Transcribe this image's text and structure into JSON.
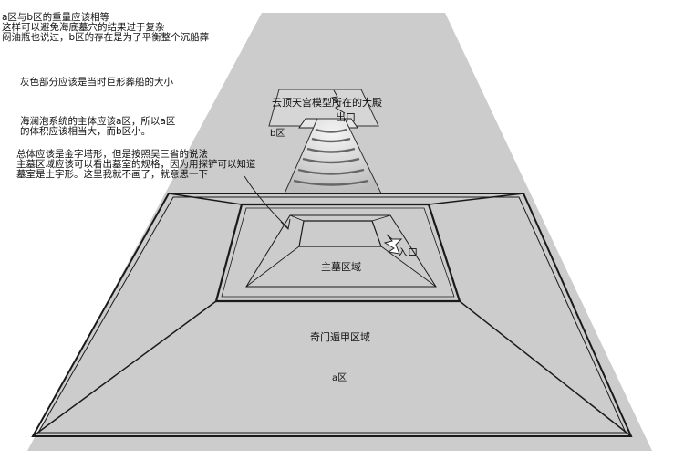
{
  "notes": {
    "top": "a区与b区的重量应该相等\n这样可以避免海底墓穴的结果过于复杂\n闷油瓶也说过，b区的存在是为了平衡整个沉船葬",
    "gray": "灰色部分应该是当时巨形葬船的大小",
    "system": "海澜泡系统的主体应该a区，所以a区\n的体积应该相当大，而b区小。",
    "shape": "总体应该是金字塔形，但是按照吴三省的说法\n主墓区域应该可以看出墓室的规格，因为用探铲可以知道\n墓室是土字形。这里我就不画了，就意思一下"
  },
  "labels": {
    "cloud_palace": "云顶天宫模型所在的大殿",
    "exit": "出口",
    "b_zone": "b区",
    "entrance": "入口",
    "main_tomb": "主墓区域",
    "qimen": "奇门遁甲区域",
    "a_zone": "a区"
  },
  "colors": {
    "gray_area": "#cccccc",
    "line": "#1a1a1a",
    "background": "#ffffff"
  }
}
